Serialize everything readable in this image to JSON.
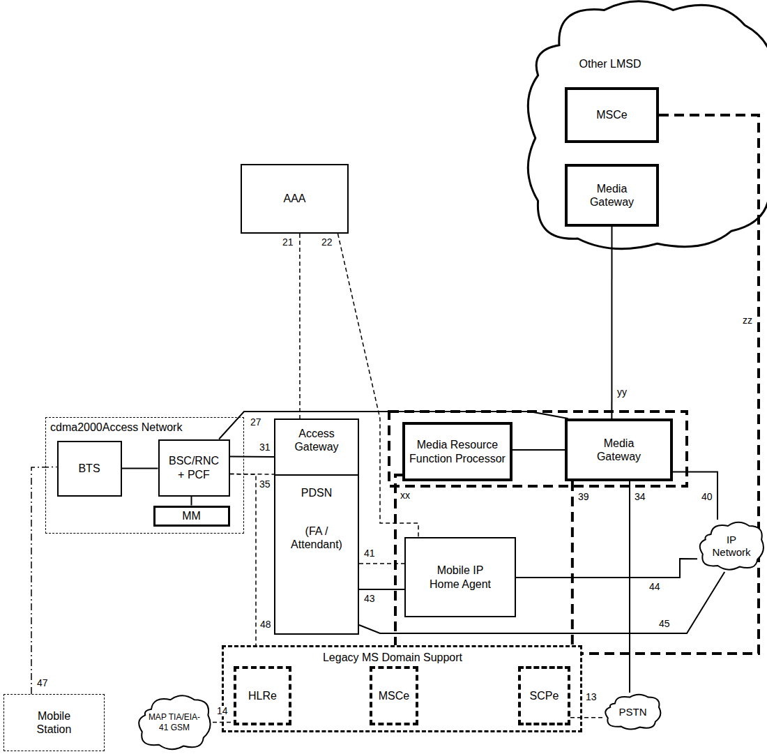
{
  "diagram": {
    "nodes": [
      {
        "text": [
          "Other LMSD"
        ]
      },
      {
        "text": [
          "MSCe"
        ],
        "in": 0
      },
      {
        "text": [
          "Media Gateway"
        ],
        "in": 0
      },
      {
        "text": [
          "AAA"
        ]
      },
      {
        "text": [
          "cdma2000Access Network"
        ]
      },
      {
        "text": [
          "BTS"
        ],
        "in": 4
      },
      {
        "text": [
          "BSC/RNC + PCF"
        ],
        "in": 4
      },
      {
        "text": [
          "MM"
        ],
        "in": 4
      },
      {
        "text": [
          "Access Gateway",
          "PDSN",
          "(FA / Attendant)"
        ]
      },
      {
        "text": [
          "Media Resource Function Processor"
        ]
      },
      {
        "text": [
          "Media Gateway"
        ]
      },
      {
        "text": [
          "Mobile IP Home Agent"
        ]
      },
      {
        "text": [
          "IP Network"
        ]
      },
      {
        "text": [
          "Legacy MS Domain Support"
        ]
      },
      {
        "text": [
          "HLRe"
        ],
        "in": 13
      },
      {
        "text": [
          "MSCe"
        ],
        "in": 13
      },
      {
        "text": [
          "SCPe"
        ],
        "in": 13
      },
      {
        "text": [
          "MAP TIA/EIA-41 GSM"
        ]
      },
      {
        "text": [
          "PSTN"
        ]
      },
      {
        "text": [
          "Mobile Station"
        ]
      }
    ],
    "edges": [
      {
        "from": 3,
        "to": 8,
        "label": "21",
        "arrow": "none"
      },
      {
        "from": 3,
        "to": 11,
        "label": "22",
        "arrow": "none"
      },
      {
        "from": 1,
        "to": 13,
        "label": "zz",
        "arrow": "none"
      },
      {
        "from": 2,
        "to": 10,
        "label": "yy",
        "arrow": "none"
      },
      {
        "from": 5,
        "to": 6,
        "arrow": "none"
      },
      {
        "from": 6,
        "to": 7,
        "arrow": "none"
      },
      {
        "from": 6,
        "to": 10,
        "label": "27",
        "arrow": "none"
      },
      {
        "from": 6,
        "to": 8,
        "label": "31",
        "arrow": "none"
      },
      {
        "from": 6,
        "to": 8,
        "label": "35",
        "arrow": "none"
      },
      {
        "from": 6,
        "to": 13,
        "label": "48",
        "arrow": "none"
      },
      {
        "from": 19,
        "to": 5,
        "label": "47",
        "arrow": "none"
      },
      {
        "from": 9,
        "to": 10,
        "arrow": "none"
      },
      {
        "from": 9,
        "to": 13,
        "label": "xx",
        "arrow": "none"
      },
      {
        "from": 8,
        "to": 11,
        "label": "41",
        "arrow": "none"
      },
      {
        "from": 8,
        "to": 11,
        "label": "43",
        "arrow": "none"
      },
      {
        "from": 11,
        "to": 12,
        "label": "44",
        "arrow": "none"
      },
      {
        "from": 8,
        "to": 12,
        "label": "45",
        "arrow": "none"
      },
      {
        "from": 10,
        "to": 12,
        "label": "40",
        "arrow": "none"
      },
      {
        "from": 10,
        "to": 18,
        "label": "34",
        "arrow": "none"
      },
      {
        "from": 10,
        "to": 13,
        "label": "39",
        "arrow": "none"
      },
      {
        "from": 17,
        "to": 14,
        "label": "14",
        "arrow": "none"
      },
      {
        "from": 16,
        "to": 18,
        "label": "13",
        "arrow": "none"
      }
    ]
  }
}
